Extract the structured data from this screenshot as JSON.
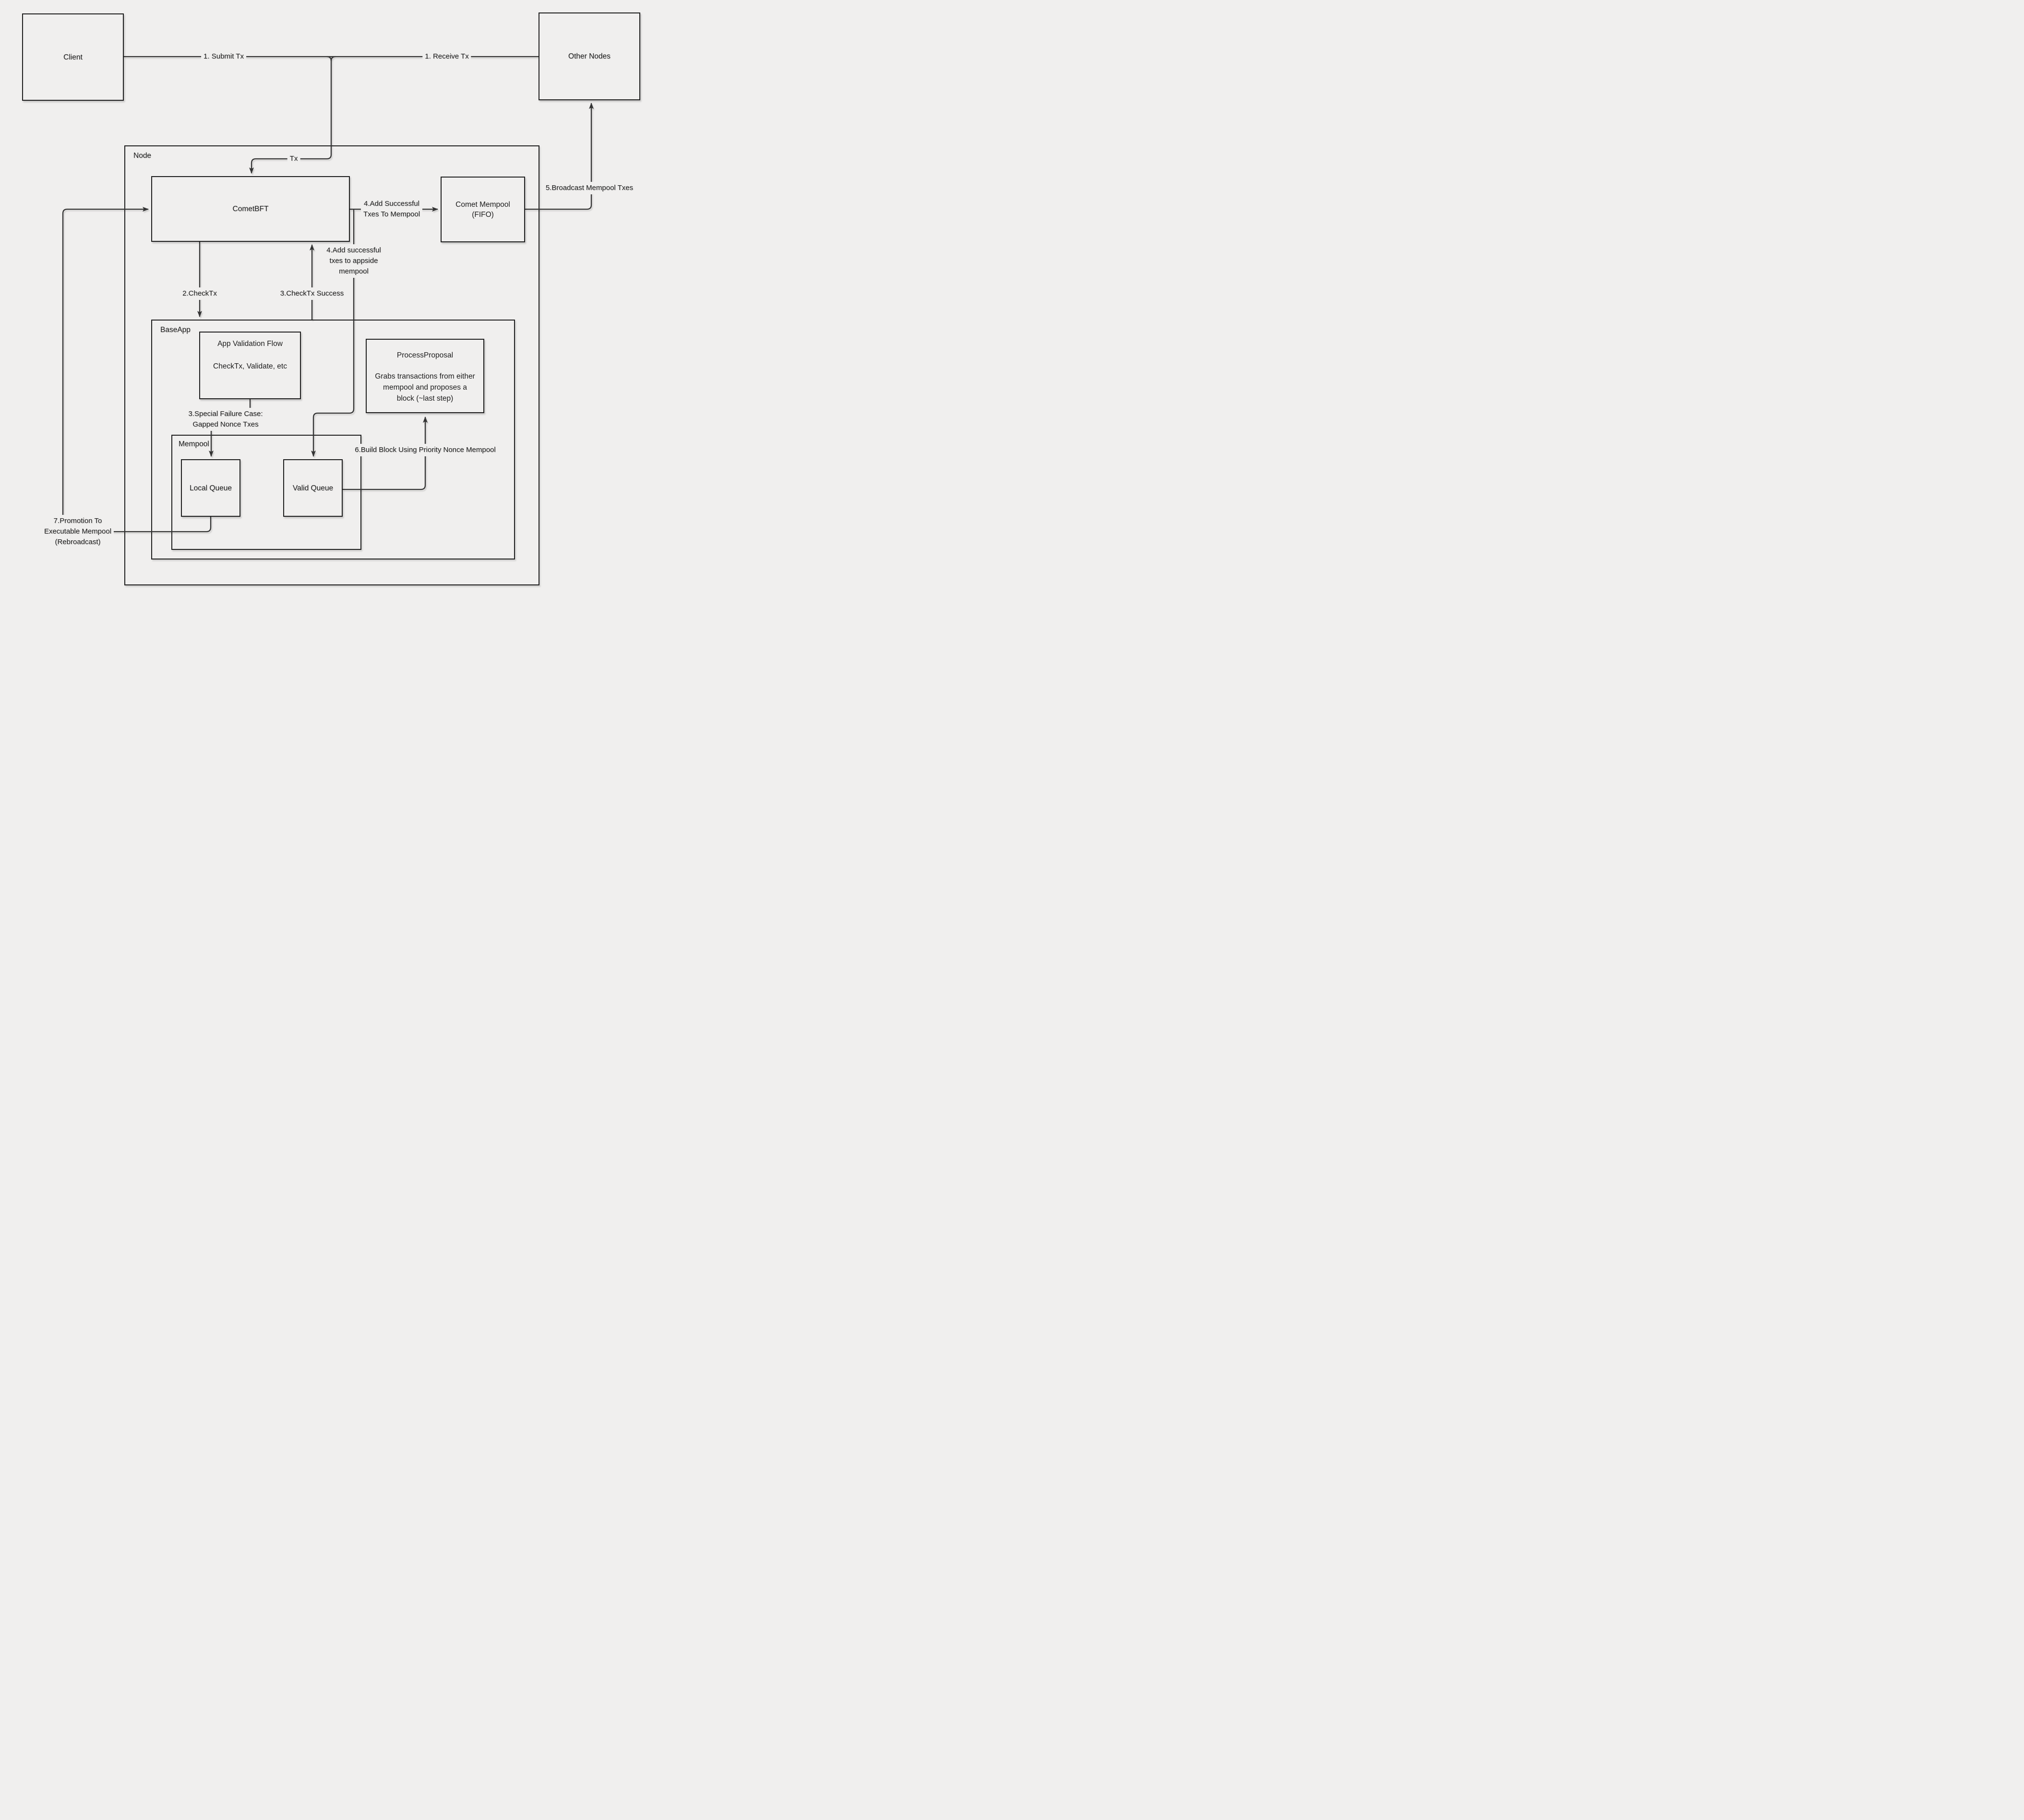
{
  "colors": {
    "background": "#f0efee",
    "stroke": "#343434",
    "border": "#1f1f1f",
    "text": "#1c1c1c"
  },
  "nodes": {
    "client": {
      "label": "Client"
    },
    "other_nodes": {
      "label": "Other Nodes"
    },
    "node_container": {
      "label": "Node"
    },
    "cometbft": {
      "label": "CometBFT"
    },
    "comet_mempool": {
      "lines": [
        "Comet Mempool",
        "(FIFO)"
      ]
    },
    "baseapp": {
      "label": "BaseApp"
    },
    "app_validation": {
      "title": "App Validation Flow",
      "body": "CheckTx, Validate, etc"
    },
    "process_proposal": {
      "title": "ProcessProposal",
      "body": [
        "Grabs transactions from either",
        "mempool and proposes a",
        "block (~last step)"
      ]
    },
    "mempool": {
      "label": "Mempool"
    },
    "local_queue": {
      "label": "Local Queue"
    },
    "valid_queue": {
      "label": "Valid Queue"
    }
  },
  "edge_labels": {
    "submit_tx": "1. Submit Tx",
    "receive_tx": "1. Receive Tx",
    "tx": "Tx",
    "check_tx": "2.CheckTx",
    "check_tx_success": "3.CheckTx Success",
    "add_successful": [
      "4.Add Successful",
      "Txes To Mempool"
    ],
    "add_appside": [
      "4.Add successful",
      "txes to appside",
      "mempool"
    ],
    "broadcast": "5.Broadcast Mempool Txes",
    "special_failure": [
      "3.Special Failure Case:",
      "Gapped Nonce Txes"
    ],
    "build_block": "6.Build Block Using Priority Nonce Mempool",
    "promotion": [
      "7.Promotion To",
      "Executable Mempool",
      "(Rebroadcast)"
    ]
  }
}
